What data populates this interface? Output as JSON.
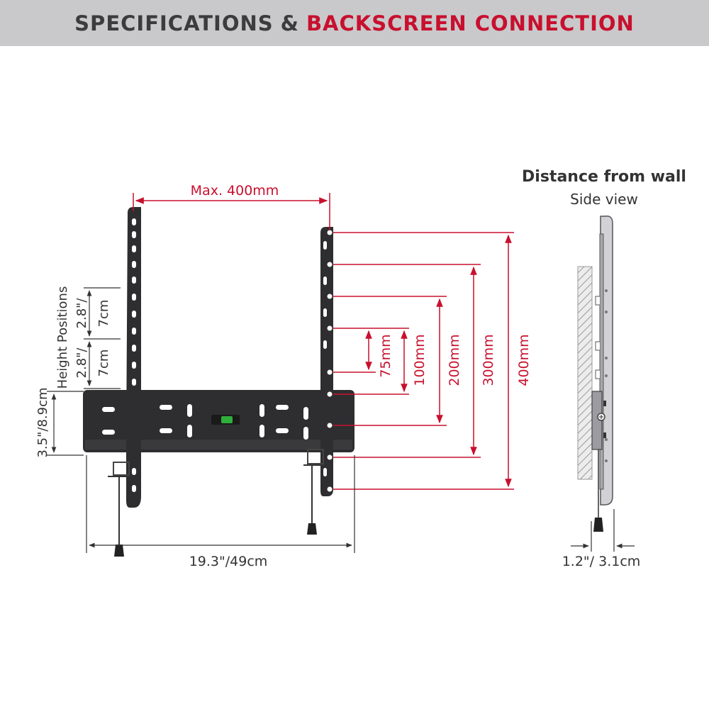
{
  "header": {
    "title_part1": "SPECIFICATIONS",
    "title_amp": "&",
    "title_part2": "BACKSCREEN CONNECTION"
  },
  "dimensions": {
    "max_width": "Max. 400mm",
    "vesa_75": "75mm",
    "vesa_100": "100mm",
    "vesa_200": "200mm",
    "vesa_300": "300mm",
    "vesa_400": "400mm",
    "height_positions": "Height Positions",
    "step_in_1": "2.8\"/",
    "step_cm_1": "7cm",
    "step_in_2": "2.8\"/",
    "step_cm_2": "7cm",
    "plate_height": "3.5\"/8.9cm",
    "plate_width": "19.3\"/49cm"
  },
  "side_view": {
    "title": "Distance from wall",
    "subtitle": "Side view",
    "depth": "1.2\"/ 3.1cm"
  },
  "colors": {
    "accent": "#c8102e",
    "bracket": "#2e2e30",
    "header_bg": "#c9c9cb",
    "header_text": "#3c3c3e"
  }
}
